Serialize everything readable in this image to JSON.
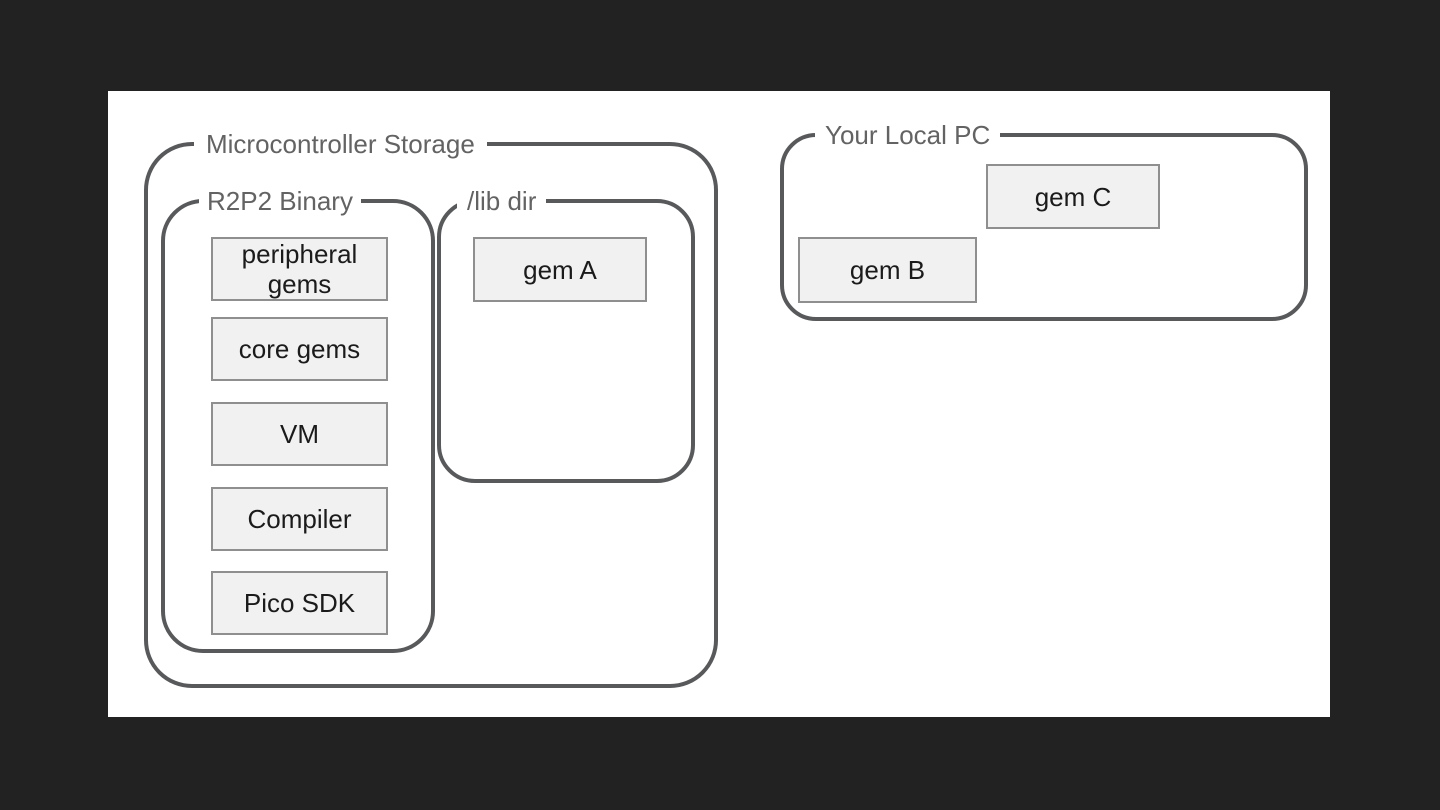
{
  "page": {
    "background": "#222222"
  },
  "slide": {
    "background": "#ffffff"
  },
  "colors": {
    "container_border": "#58595b",
    "container_label_text": "#636363",
    "box_fill": "#f1f1f1",
    "box_border": "#8f8f8f",
    "box_text": "#1b1b1b"
  },
  "diagram": {
    "microcontroller_storage": {
      "label": "Microcontroller Storage",
      "r2p2_binary": {
        "label": "R2P2 Binary",
        "boxes": [
          {
            "label": "peripheral gems"
          },
          {
            "label": "core gems"
          },
          {
            "label": "VM"
          },
          {
            "label": "Compiler"
          },
          {
            "label": "Pico SDK"
          }
        ]
      },
      "lib_dir": {
        "label": "/lib dir",
        "boxes": [
          {
            "label": "gem A"
          }
        ]
      }
    },
    "your_local_pc": {
      "label": "Your Local PC",
      "boxes": [
        {
          "label": "gem C"
        },
        {
          "label": "gem B"
        }
      ]
    }
  }
}
